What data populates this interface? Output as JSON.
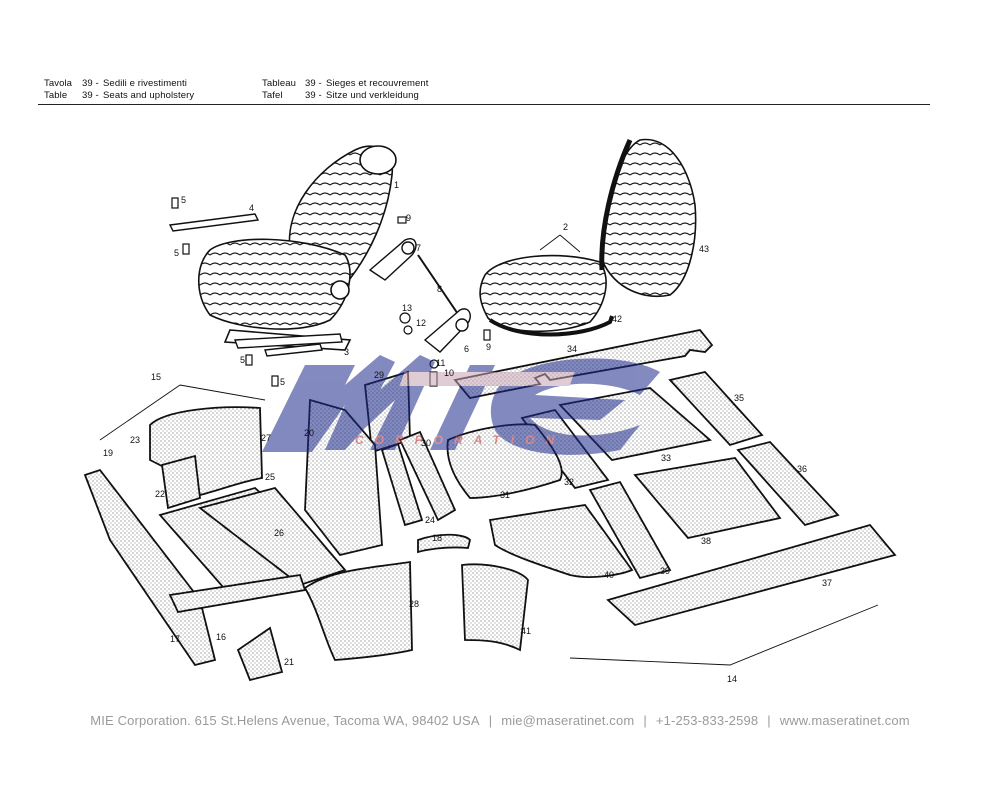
{
  "header": {
    "it_label": "Tavola",
    "it_num": "39 -",
    "it_title": "Sedili e rivestimenti",
    "en_label": "Table",
    "en_num": "39 -",
    "en_title": "Seats and upholstery",
    "fr_label": "Tableau",
    "fr_num": "39 -",
    "fr_title": "Sieges et recouvrement",
    "de_label": "Tafel",
    "de_num": "39 -",
    "de_title": "Sitze und verkleidung"
  },
  "watermark": {
    "logo_text": "mie",
    "sub_text": "CORPORATION"
  },
  "part_numbers": [
    "1",
    "2",
    "3",
    "4",
    "5",
    "5",
    "5",
    "5",
    "6",
    "7",
    "8",
    "9",
    "9",
    "10",
    "11",
    "12",
    "13",
    "14",
    "15",
    "16",
    "17",
    "18",
    "19",
    "20",
    "21",
    "22",
    "23",
    "24",
    "25",
    "26",
    "27",
    "28",
    "29",
    "30",
    "31",
    "32",
    "33",
    "34",
    "35",
    "36",
    "37",
    "38",
    "39",
    "40",
    "41",
    "42",
    "43"
  ],
  "footer": {
    "company": "MIE Corporation. 615 St.Helens Avenue, Tacoma WA, 98402 USA",
    "email": "mie@maseratinet.com",
    "phone": "+1-253-833-2598",
    "website": "www.maseratinet.com",
    "separator": "|"
  }
}
